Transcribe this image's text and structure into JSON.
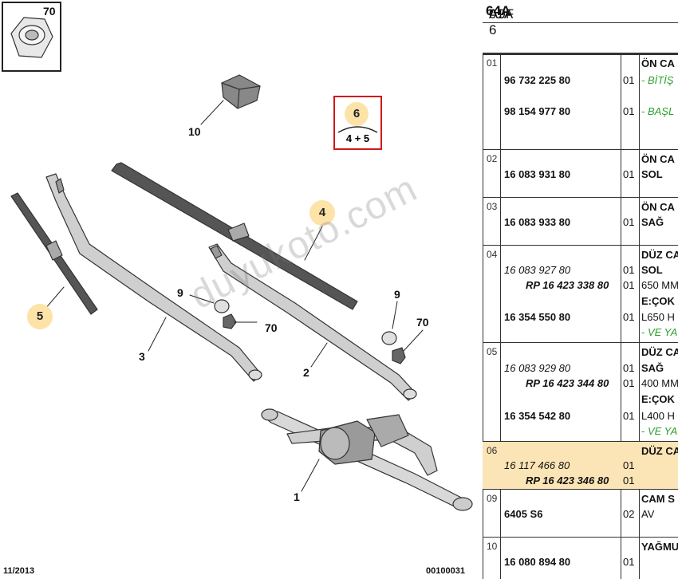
{
  "diagram": {
    "parts": {
      "p1": "1",
      "p2": "2",
      "p3": "3",
      "p4": "4",
      "p5": "5",
      "p6": "6",
      "p9a": "9",
      "p9b": "9",
      "p10": "10",
      "p70a": "70",
      "p70b": "70",
      "p70inset": "70"
    },
    "combo_sum": "4 + 5",
    "watermark": "duyukoto.com",
    "footer_date": "11/2013",
    "footer_ref": "00100031",
    "colors": {
      "bubble": "#fde3a8",
      "box": "#d01818",
      "highlight": "#fbe4b5"
    }
  },
  "panel": {
    "title_a": "A9F 6 ",
    "title_b": "64A",
    "title_c": " 01A",
    "groups": [
      {
        "no": "01",
        "lines": [
          {
            "text": "96 732 225 80",
            "style": "pn",
            "qty": "01",
            "desc": "- BİTİŞ",
            "desc_style": "grn"
          },
          {
            "text": "98 154 977 80",
            "style": "pn",
            "qty": "01",
            "desc": "- BAŞL",
            "desc_style": "grn"
          }
        ],
        "head": "ÖN CA"
      },
      {
        "no": "02",
        "head": "ÖN CA",
        "lines": [
          {
            "text": "16 083 931 80",
            "style": "pn",
            "qty": "01",
            "desc": "SOL",
            "desc_style": "ds"
          }
        ]
      },
      {
        "no": "03",
        "head": "ÖN CA",
        "lines": [
          {
            "text": "16 083 933 80",
            "style": "pn",
            "qty": "01",
            "desc": "SAĞ",
            "desc_style": "ds"
          }
        ]
      },
      {
        "no": "04",
        "head": "DÜZ CA",
        "lines": [
          {
            "text": "16 083 927 80",
            "style": "it",
            "qty": "01",
            "desc": "SOL",
            "desc_style": "ds"
          },
          {
            "text": "RP 16 423 338 80",
            "style": "rp",
            "qty": "01",
            "desc": "650 MM",
            "desc_style": ""
          },
          {
            "text": "",
            "style": "",
            "qty": "",
            "desc": "E:ÇOK",
            "desc_style": "ds"
          },
          {
            "text": "16 354 550 80",
            "style": "pn",
            "qty": "01",
            "desc": "L650 H",
            "desc_style": ""
          },
          {
            "text": "",
            "style": "",
            "qty": "",
            "desc": "- VE YA",
            "desc_style": "grn"
          }
        ]
      },
      {
        "no": "05",
        "head": "DÜZ CA",
        "lines": [
          {
            "text": "16 083 929 80",
            "style": "it",
            "qty": "01",
            "desc": "SAĞ",
            "desc_style": "ds"
          },
          {
            "text": "RP 16 423 344 80",
            "style": "rp",
            "qty": "01",
            "desc": "400 MM",
            "desc_style": ""
          },
          {
            "text": "",
            "style": "",
            "qty": "",
            "desc": "E:ÇOK",
            "desc_style": "ds"
          },
          {
            "text": "16 354 542 80",
            "style": "pn",
            "qty": "01",
            "desc": "L400 H",
            "desc_style": ""
          },
          {
            "text": "",
            "style": "",
            "qty": "",
            "desc": "- VE YA",
            "desc_style": "grn"
          }
        ]
      },
      {
        "no": "06",
        "head": "DÜZ CA",
        "lines": [
          {
            "text": "16 117 466 80",
            "style": "it",
            "qty": "01",
            "desc": "",
            "desc_style": ""
          },
          {
            "text": "RP 16 423 346 80",
            "style": "rp",
            "qty": "01",
            "desc": "",
            "desc_style": ""
          }
        ]
      },
      {
        "no": "09",
        "head": "CAM S",
        "lines": [
          {
            "text": "6405 S6",
            "style": "pn",
            "qty": "02",
            "desc": "AV",
            "desc_style": ""
          }
        ]
      },
      {
        "no": "10",
        "head": "YAĞMU",
        "lines": [
          {
            "text": "16 080 894 80",
            "style": "pn",
            "qty": "01",
            "desc": "",
            "desc_style": ""
          }
        ]
      }
    ]
  }
}
